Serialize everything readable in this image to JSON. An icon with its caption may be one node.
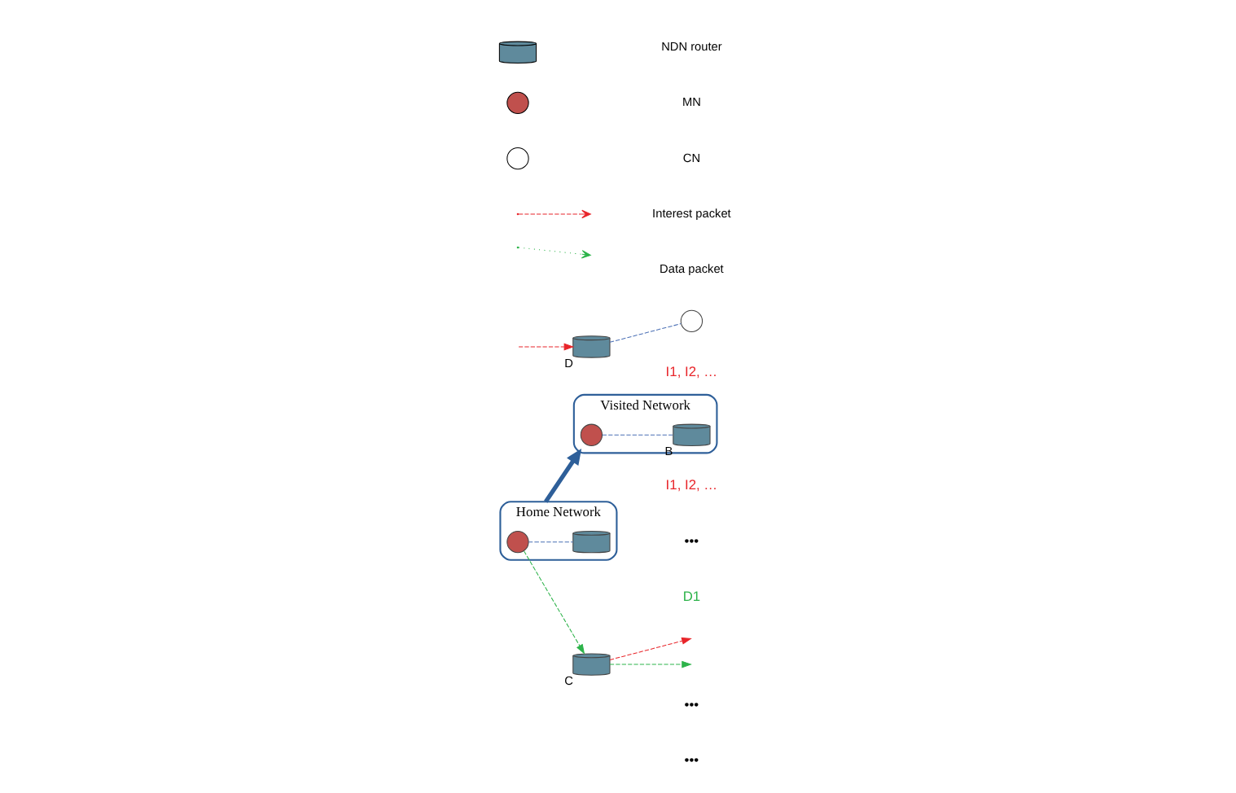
{
  "diagram": {
    "nodes": [
      {
        "text": [
          "Home Network"
        ]
      },
      {
        "text": [],
        "shape": "circle",
        "in": 0
      },
      {
        "text": [],
        "shape": "cylinder",
        "in": 0
      },
      {
        "text": [],
        "shape": "cylinder",
        "beside": [
          "C"
        ]
      },
      {
        "text": [],
        "shape": "cylinder",
        "beside": [
          "D"
        ]
      },
      {
        "text": [],
        "shape": "circle"
      },
      {
        "text": [
          "Visited Network"
        ]
      },
      {
        "text": [],
        "shape": "circle",
        "in": 6
      },
      {
        "text": [],
        "shape": "cylinder",
        "in": 6,
        "beside": [
          "B"
        ]
      }
    ],
    "edges": [
      {
        "from": 1,
        "to": 2,
        "arrow": "none",
        "style": "dashed",
        "color": "#4a6fb5"
      },
      {
        "from": 4,
        "to": 5,
        "arrow": "none",
        "style": "dashed",
        "color": "#4a6fb5"
      },
      {
        "from": 3,
        "to": null,
        "arrow": "to",
        "style": "dashed",
        "color": "#e8252a"
      },
      {
        "from": null,
        "to": 4,
        "arrow": "to",
        "style": "dashed",
        "color": "#e8252a"
      },
      {
        "from": 1,
        "to": 3,
        "arrow": "to",
        "style": "dashed",
        "color": "#2db34a"
      },
      {
        "from": 3,
        "to": null,
        "arrow": "to",
        "style": "dashed",
        "color": "#2db34a"
      },
      {
        "from": 0,
        "to": 6,
        "arrow": "to",
        "style": "thick",
        "color": "#2e5f99"
      },
      {
        "from": 7,
        "to": 8,
        "arrow": "none",
        "style": "dashed",
        "color": "#4a6fb5"
      }
    ],
    "labels": [
      "I1, I2, …",
      "•••",
      "•••",
      "I1, I2, …",
      "•••",
      "D1"
    ],
    "legend": [
      {
        "text": "NDN router"
      },
      {
        "text": "MN"
      },
      {
        "text": "CN"
      },
      {
        "text": "Interest packet"
      },
      {
        "text": "Data packet"
      }
    ]
  }
}
